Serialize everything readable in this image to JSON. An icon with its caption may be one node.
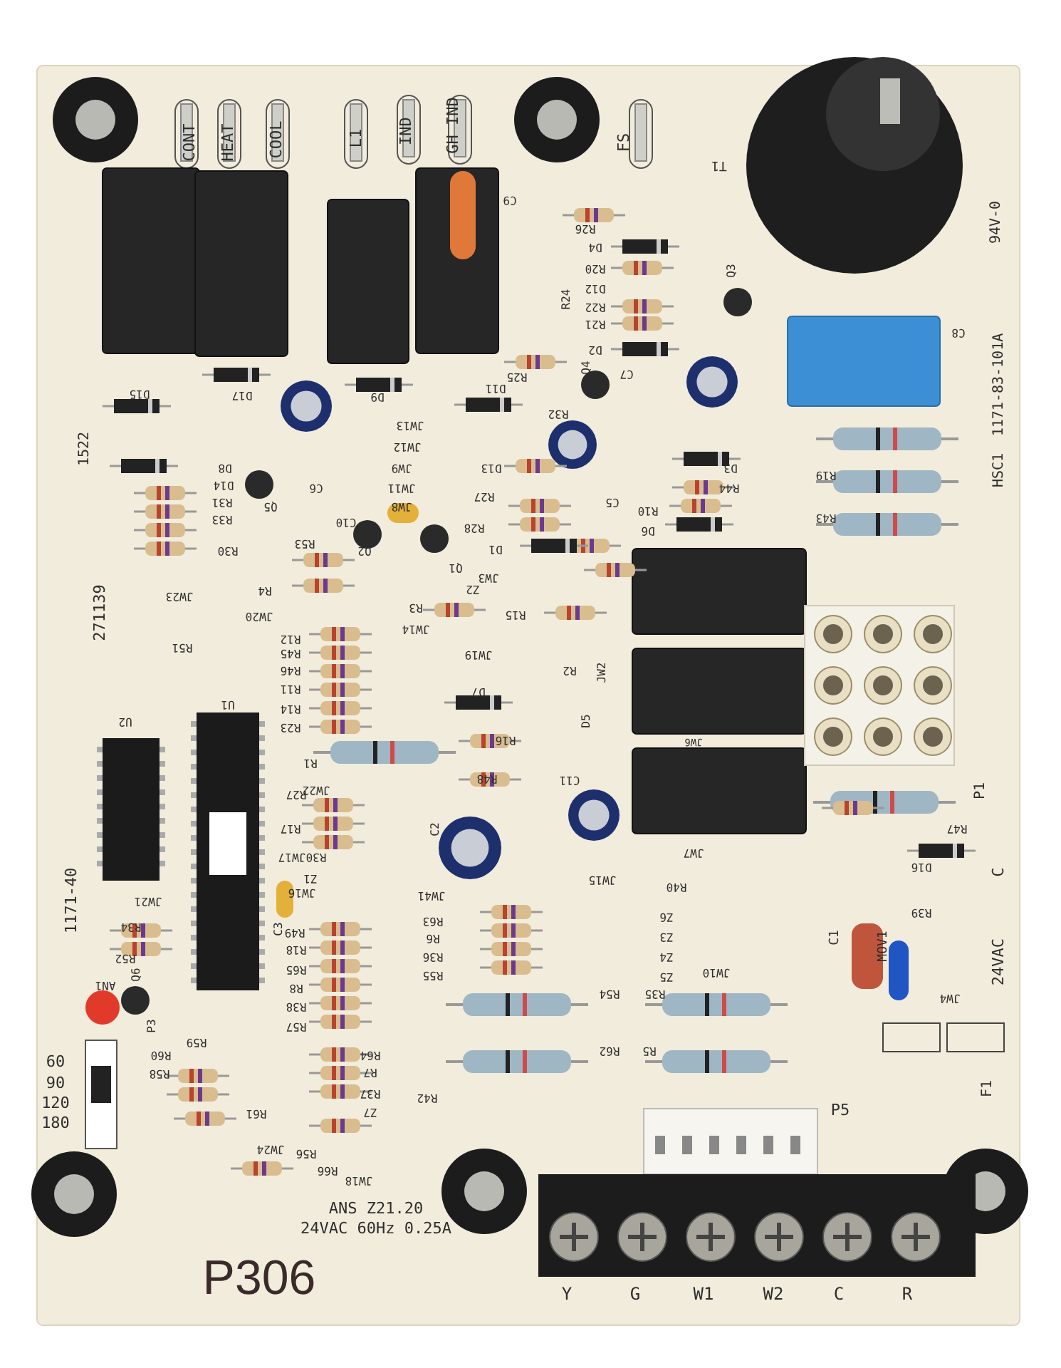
{
  "diagram": {
    "labels": [
      "CONT",
      "HEAT",
      "COOL",
      "L1",
      "IND",
      "GH IND",
      "FS",
      "T1",
      "94V-0",
      "C9",
      "R24",
      "R26",
      "D4",
      "R20",
      "D12",
      "R22",
      "R21",
      "D2",
      "Q3",
      "C8",
      "1171-83-101A",
      "HSC1",
      "R25",
      "D15",
      "D17",
      "D9",
      "D11",
      "Q4",
      "1522",
      "JW13",
      "JW12",
      "JW9",
      "D13",
      "JW11",
      "JW8",
      "C10",
      "R27",
      "R28",
      "C6",
      "C7",
      "R32",
      "C5",
      "R10",
      "R44",
      "D3",
      "D6",
      "R19",
      "R43",
      "D8",
      "D14",
      "R31",
      "R33",
      "R30",
      "Q5",
      "Q2",
      "Q1",
      "D1",
      "R53",
      "R4",
      "JW23",
      "JW20",
      "R51",
      "R3",
      "JW3",
      "Z2",
      "R15",
      "JW14",
      "R12",
      "R45",
      "R46",
      "R11",
      "R14",
      "R23",
      "JW19",
      "R2",
      "D7",
      "R16",
      "D5",
      "JW2",
      "R1",
      "271139",
      "U2",
      "U1",
      "R48",
      "C11",
      "C2",
      "R27",
      "JW22",
      "R17",
      "JW17",
      "R30",
      "Z1",
      "JW16",
      "JW41",
      "R63",
      "R6",
      "R36",
      "R55",
      "1171-40",
      "JW21",
      "R34",
      "R52",
      "C3",
      "R49",
      "R18",
      "R65",
      "R8",
      "R38",
      "R57",
      "AN1",
      "Q6",
      "P3",
      "60",
      "90",
      "120",
      "180",
      "R59",
      "R60",
      "R58",
      "R61",
      "JW24",
      "R66",
      "R64",
      "R7",
      "R37",
      "Z7",
      "R56",
      "R42",
      "JW18",
      "ANS Z21.20",
      "24VAC 60Hz 0.25A",
      "P306",
      "JW6",
      "JW7",
      "JW15",
      "R40",
      "Z6",
      "Z3",
      "Z4",
      "Z5",
      "JW10",
      "P1",
      "R47",
      "D16",
      "R39",
      "C",
      "C1",
      "MOV1",
      "24VAC",
      "JW4",
      "F1",
      "R54",
      "R35",
      "R62",
      "R5",
      "P5",
      "Y",
      "G",
      "W1",
      "W2",
      "C",
      "R"
    ]
  }
}
